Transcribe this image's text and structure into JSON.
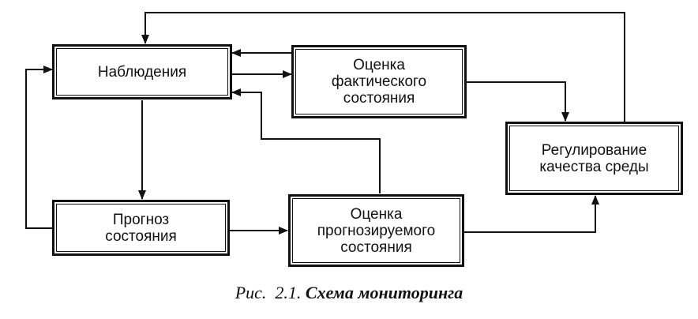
{
  "boxes": {
    "observations": "Наблюдения",
    "actual_assessment": "Оценка\nфактического\nсостояния",
    "forecast": "Прогноз\nсостояния",
    "forecast_assessment": "Оценка\nпрогнозируемого\nсостояния",
    "regulation": "Регулирование\nкачества среды"
  },
  "caption": {
    "prefix": "Рис.  2.1. ",
    "title": "Схема мониторинга"
  },
  "colors": {
    "line": "#111111",
    "background": "#ffffff"
  }
}
